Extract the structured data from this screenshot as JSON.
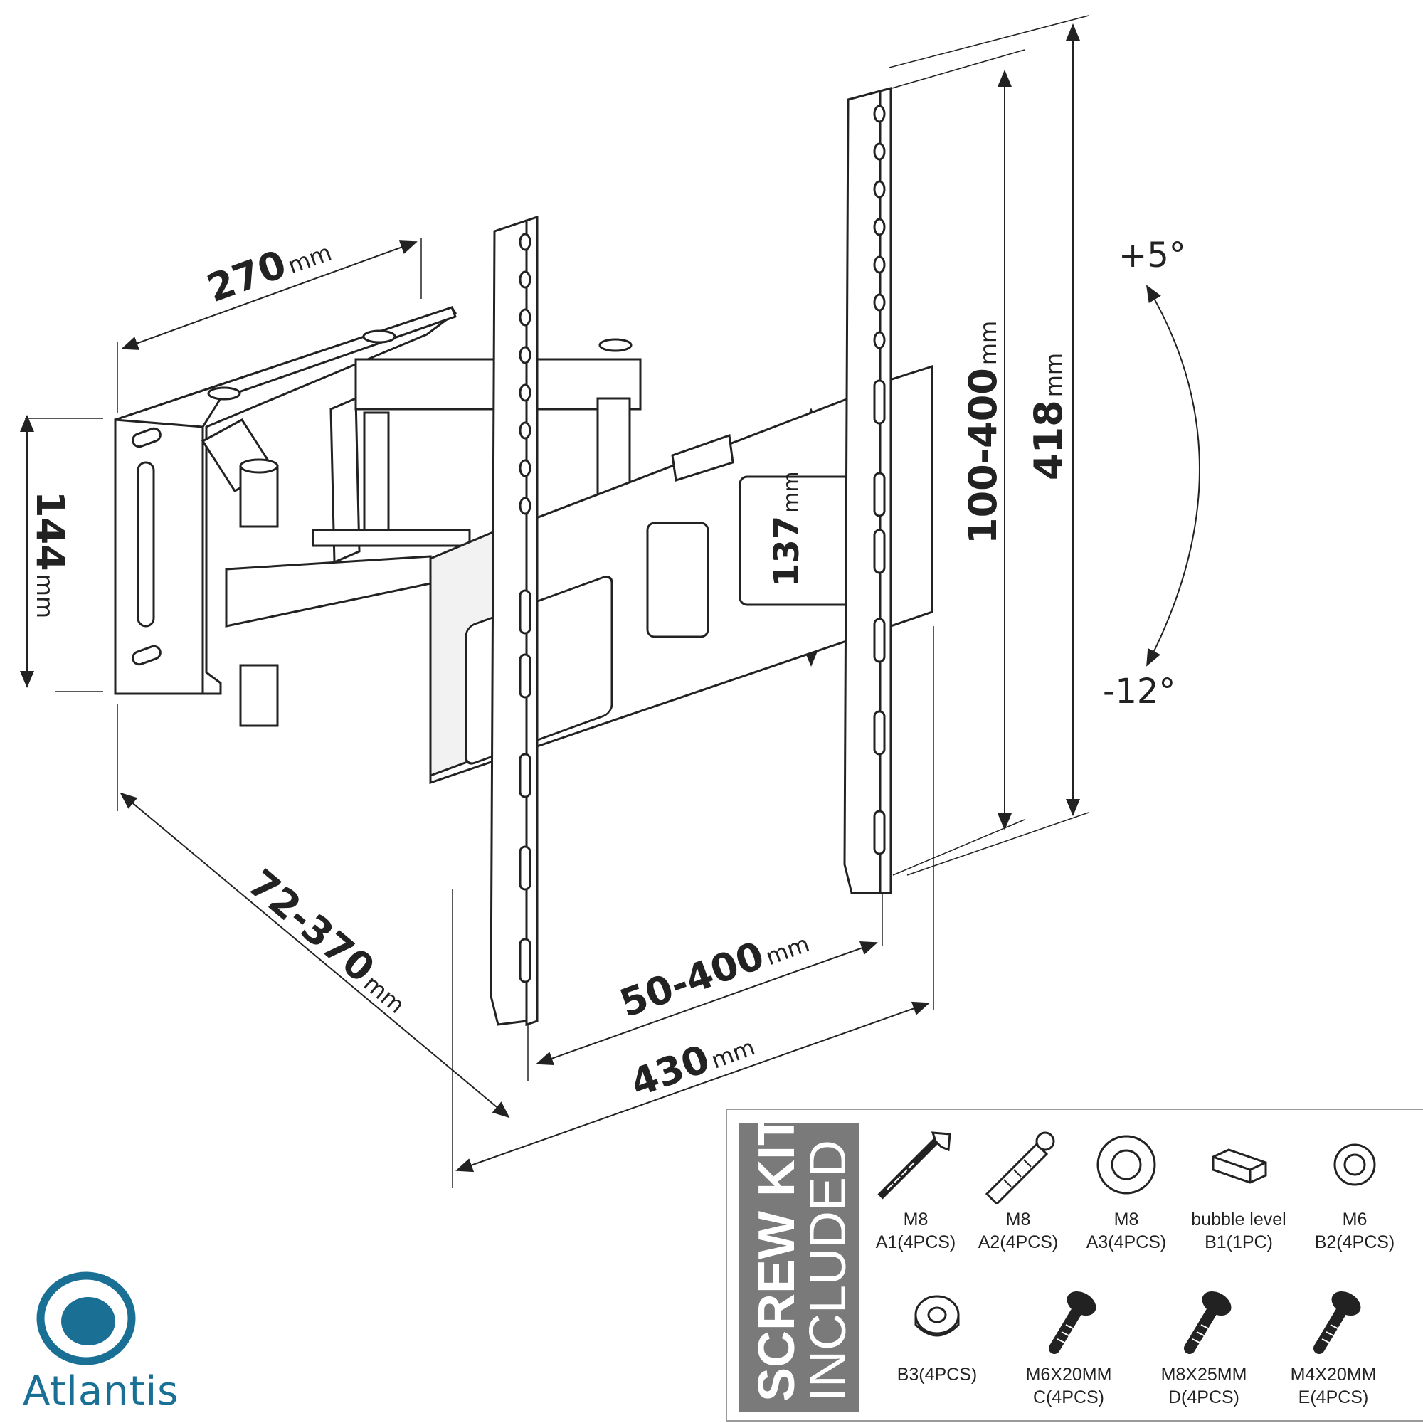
{
  "dimensions": {
    "arm_width": {
      "value": "270",
      "unit": "mm"
    },
    "wall_plate_height": {
      "value": "144",
      "unit": "mm"
    },
    "extension": {
      "value": "72-370",
      "unit": "mm"
    },
    "horizontal_vesa": {
      "value": "50-400",
      "unit": "mm"
    },
    "overall_width": {
      "value": "430",
      "unit": "mm"
    },
    "inner_height": {
      "value": "137",
      "unit": "mm"
    },
    "vertical_vesa": {
      "value": "100-400",
      "unit": "mm"
    },
    "bracket_height": {
      "value": "418",
      "unit": "mm"
    }
  },
  "tilt": {
    "up": "+5°",
    "down": "-12°"
  },
  "screw_kit": {
    "title_bold": "SCREW KIT",
    "title_light": "INCLUDED",
    "items": [
      {
        "line1": "M8",
        "line2": "A1(4PCS)",
        "icon": "lag-screw-icon"
      },
      {
        "line1": "M8",
        "line2": "A2(4PCS)",
        "icon": "wall-anchor-icon"
      },
      {
        "line1": "M8",
        "line2": "A3(4PCS)",
        "icon": "washer-icon"
      },
      {
        "line1": "bubble level",
        "line2": "B1(1PC)",
        "icon": "bubble-level-icon"
      },
      {
        "line1": "M6",
        "line2": "B2(4PCS)",
        "icon": "small-washer-icon"
      },
      {
        "line1": "",
        "line2": "B3(4PCS)",
        "icon": "spacer-icon"
      },
      {
        "line1": "M6X20MM",
        "line2": "C(4PCS)",
        "icon": "bolt-icon"
      },
      {
        "line1": "M8X25MM",
        "line2": "D(4PCS)",
        "icon": "bolt-icon"
      },
      {
        "line1": "M4X20MM",
        "line2": "E(4PCS)",
        "icon": "bolt-icon"
      }
    ]
  },
  "brand": {
    "name": "Atlantis",
    "color": "#1a6f95"
  }
}
